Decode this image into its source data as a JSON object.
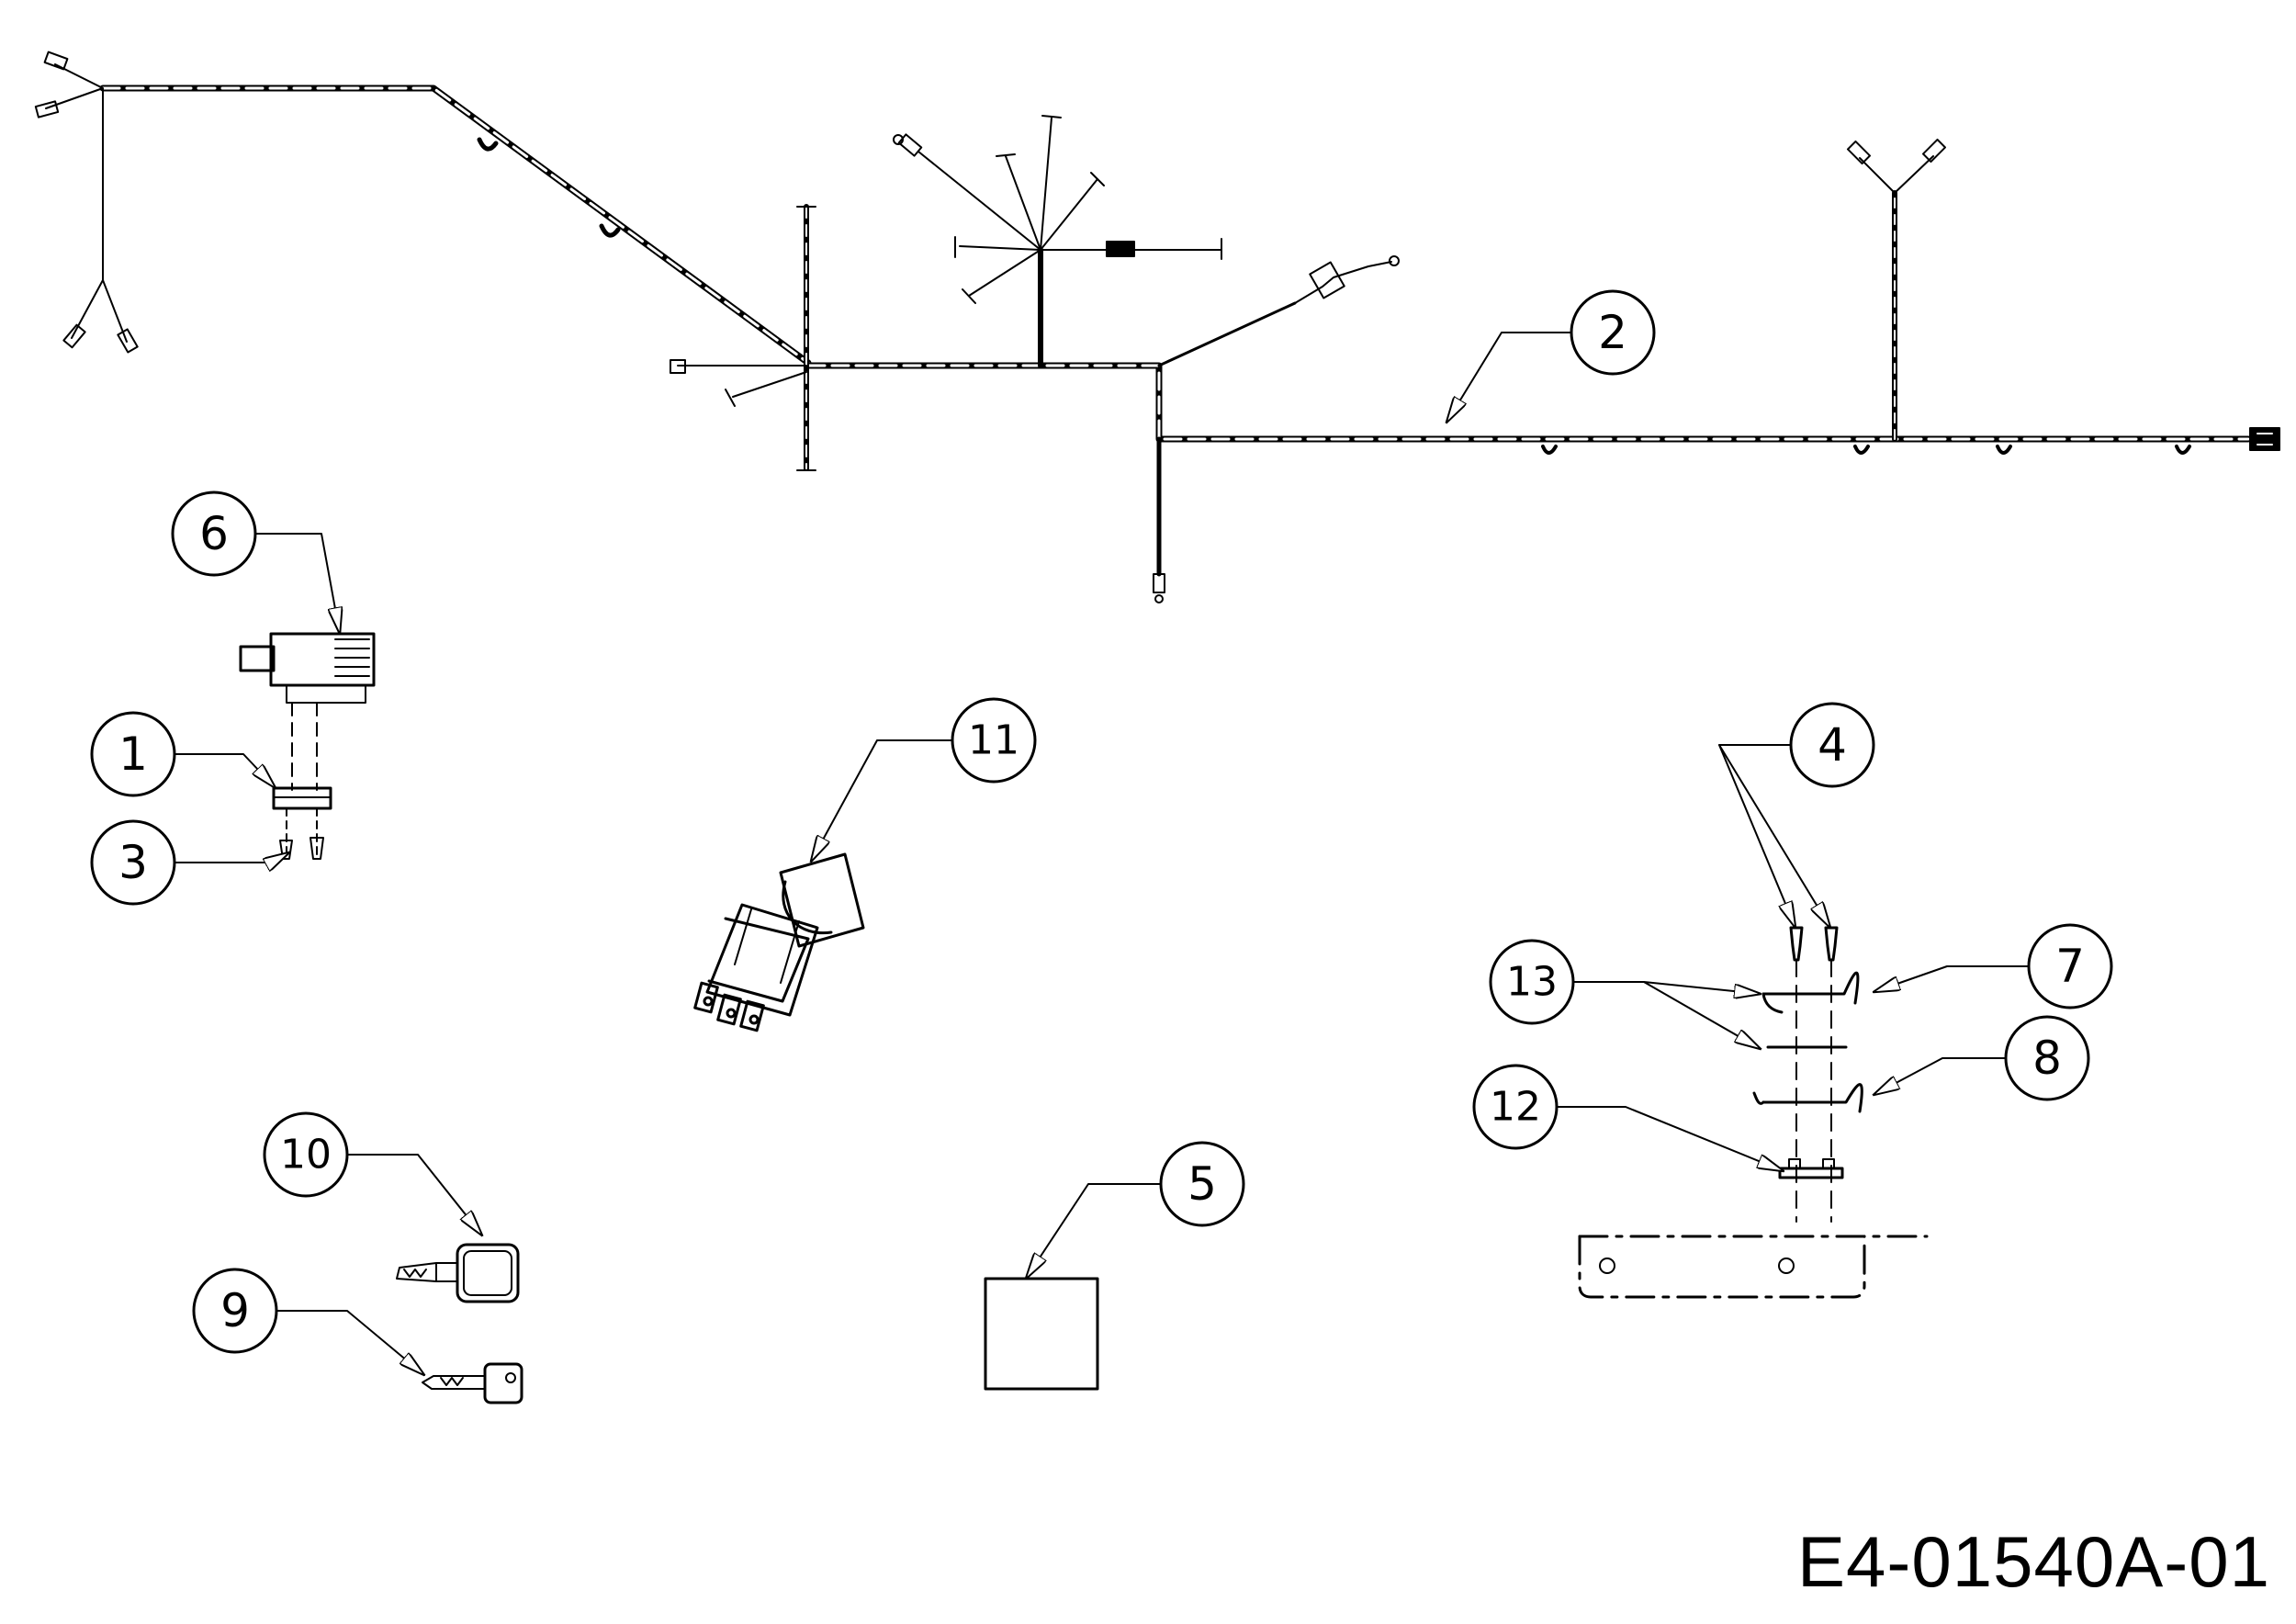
{
  "drawing": {
    "id": "E4-01540A-01",
    "callouts": [
      "1",
      "2",
      "3",
      "4",
      "5",
      "6",
      "7",
      "8",
      "9",
      "10",
      "11",
      "12",
      "13"
    ]
  }
}
